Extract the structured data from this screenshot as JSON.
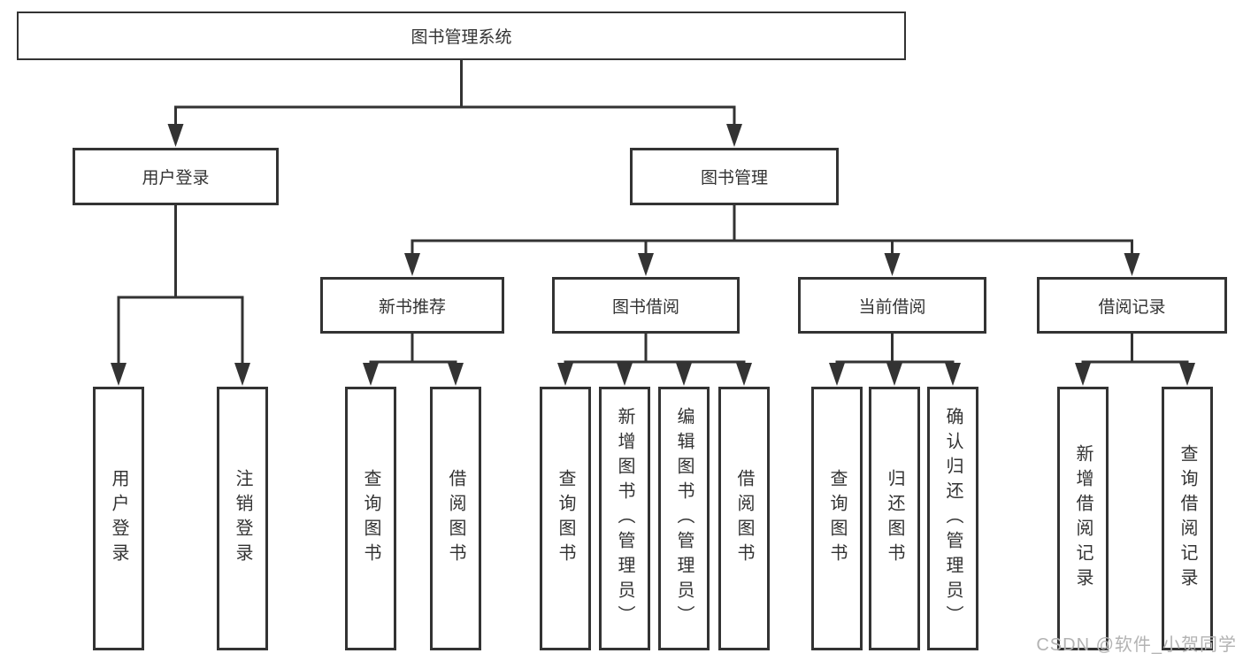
{
  "tree": {
    "root": {
      "label": "图书管理系统"
    },
    "login_branch": {
      "label": "用户登录",
      "children": [
        {
          "label": "用户登录"
        },
        {
          "label": "注销登录"
        }
      ]
    },
    "management_branch": {
      "label": "图书管理",
      "sections": [
        {
          "label": "新书推荐",
          "children": [
            {
              "label": "查询图书"
            },
            {
              "label": "借阅图书"
            }
          ]
        },
        {
          "label": "图书借阅",
          "children": [
            {
              "label": "查询图书"
            },
            {
              "label": "新增图书（管理员）"
            },
            {
              "label": "编辑图书（管理员）"
            },
            {
              "label": "借阅图书"
            }
          ]
        },
        {
          "label": "当前借阅",
          "children": [
            {
              "label": "查询图书"
            },
            {
              "label": "归还图书"
            },
            {
              "label": "确认归还（管理员）"
            }
          ]
        },
        {
          "label": "借阅记录",
          "children": [
            {
              "label": "新增借阅记录"
            },
            {
              "label": "查询借阅记录"
            }
          ]
        }
      ]
    }
  },
  "watermark": "CSDN @软件_小贺同学",
  "colors": {
    "line": "#333333",
    "text": "#333333",
    "box_fill": "#ffffff",
    "watermark": "#b3b3b3",
    "background": "#ffffff"
  }
}
